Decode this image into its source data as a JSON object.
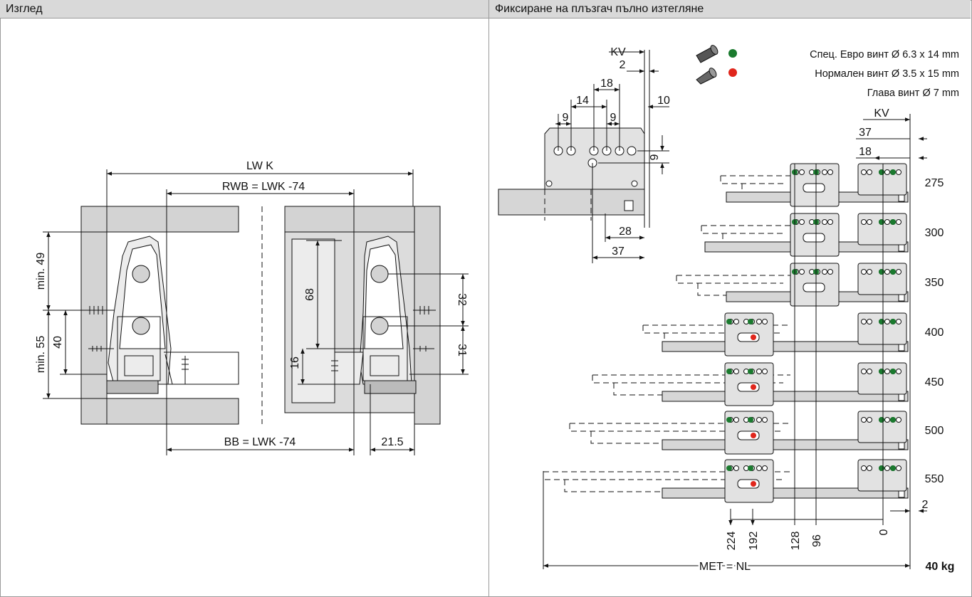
{
  "left_panel": {
    "title": "Изглед",
    "labels": {
      "lwk": "LW K",
      "rwb": "RWB = LWK -74",
      "bb": "BB = LWK -74",
      "min49": "min. 49",
      "min55": "min. 55",
      "d40": "40",
      "d68": "68",
      "d16": "16",
      "d32": "32",
      "d31": "31",
      "d21_5": "21.5"
    }
  },
  "right_panel": {
    "title": "Фиксиране на плъзгач пълно изтегляне",
    "legend": [
      {
        "text": "Спец. Евро винт Ø 6.3 x 14 mm",
        "dot_color": "#1a7a2e"
      },
      {
        "text": "Нормален винт Ø 3.5 x 15 mm",
        "dot_color": "#e0261c"
      },
      {
        "text": "Глава винт Ø 7 mm",
        "dot_color": ""
      }
    ],
    "detail_labels": {
      "kv": "KV",
      "d2": "2",
      "d18": "18",
      "d14": "14",
      "d10": "10",
      "d9a": "9",
      "d9b": "9",
      "d9c": "9",
      "d28": "28",
      "d37": "37"
    },
    "top_labels": {
      "kv": "KV",
      "d37": "37",
      "d18": "18"
    },
    "lengths": [
      "275",
      "300",
      "350",
      "400",
      "450",
      "500",
      "550"
    ],
    "bottom_positions": [
      "224",
      "192",
      "128",
      "96",
      "0"
    ],
    "bottom_offset": "2",
    "met_label": "MET = NL",
    "load": "40 kg"
  },
  "colors": {
    "green": "#1a7a2e",
    "red": "#e0261c",
    "header_bg": "#d9d9d9"
  }
}
